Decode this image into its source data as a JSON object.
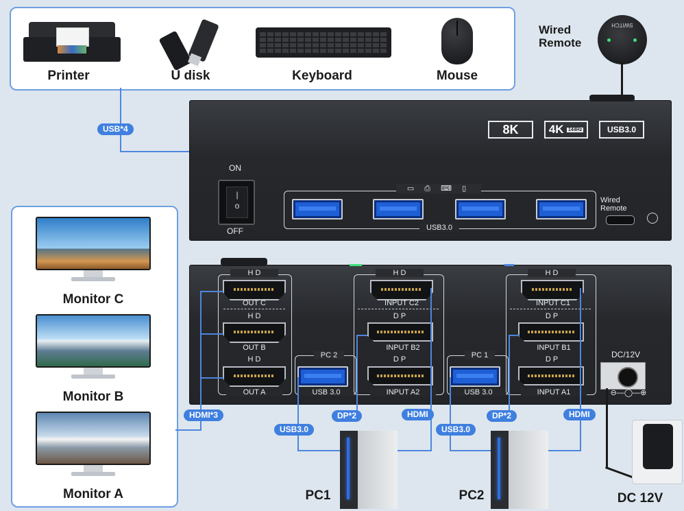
{
  "peripherals": {
    "printer": "Printer",
    "udisk": "U disk",
    "keyboard": "Keyboard",
    "mouse": "Mouse"
  },
  "remote_label": "Wired\nRemote",
  "remote_switch_text": "SWITCH",
  "tags": {
    "usb4": "USB*4",
    "hdmi3": "HDMI*3",
    "dp2_a": "DP*2",
    "hdmi_a": "HDMI",
    "usb30_a": "USB3.0",
    "dp2_b": "DP*2",
    "hdmi_b": "HDMI",
    "usb30_b": "USB3.0"
  },
  "front": {
    "badges": [
      "8K",
      "4K",
      "USB3.0"
    ],
    "badge_4k_sub": "144Hz",
    "on": "ON",
    "off": "OFF",
    "usb_label": "USB3.0",
    "remote_port_label": "Wired\nRemote"
  },
  "back": {
    "hd": "H D",
    "dp": "D P",
    "out_c": "OUT C",
    "out_b": "OUT B",
    "out_a": "OUT A",
    "input_c2": "INPUT C2",
    "input_b2": "INPUT B2",
    "input_a2": "INPUT A2",
    "input_c1": "INPUT C1",
    "input_b1": "INPUT B1",
    "input_a1": "INPUT A1",
    "pc2": "PC 2",
    "pc1": "PC 1",
    "usb30": "USB 3.0",
    "dc": "DC/12V",
    "dc_polarity": "⊖—◯—⊕"
  },
  "monitors": [
    "Monitor C",
    "Monitor B",
    "Monitor A"
  ],
  "pcs": [
    "PC1",
    "PC2"
  ],
  "power": "DC 12V",
  "colors": {
    "accent": "#3f7fe0",
    "device": "#2a2c30",
    "port_usb": "#1f5fd6"
  }
}
